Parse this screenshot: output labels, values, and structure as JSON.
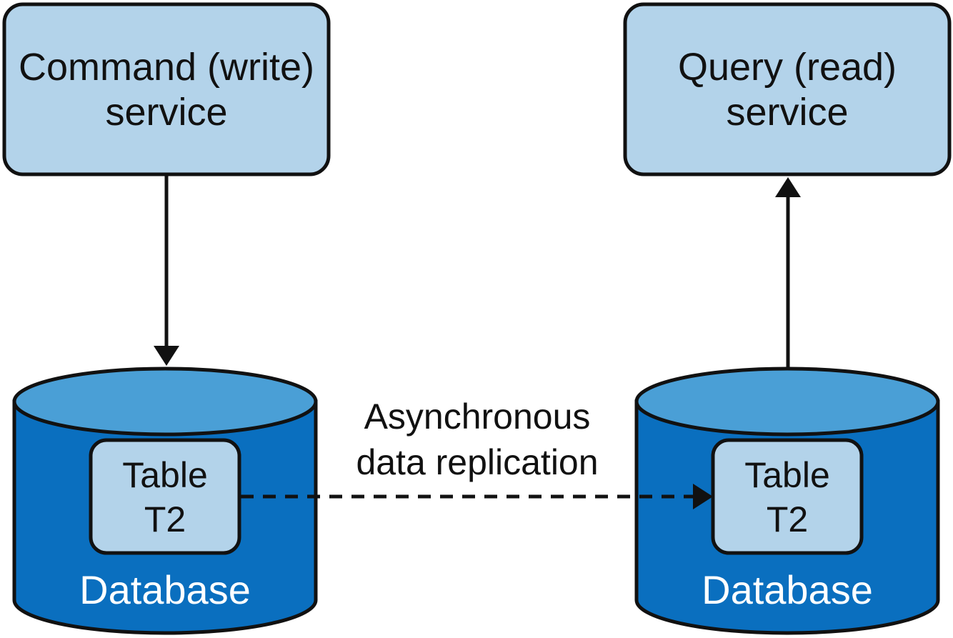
{
  "command_service": {
    "line1": "Command (write)",
    "line2": "service"
  },
  "query_service": {
    "line1": "Query (read)",
    "line2": "service"
  },
  "left_database": {
    "label": "Database",
    "table": {
      "line1": "Table",
      "line2": "T2"
    }
  },
  "right_database": {
    "label": "Database",
    "table": {
      "line1": "Table",
      "line2": "T2"
    }
  },
  "replication": {
    "line1": "Asynchronous",
    "line2": "data replication"
  },
  "colors": {
    "box_fill": "#b3d3ea",
    "outline": "#111111",
    "db_body": "#0a6fbf",
    "db_top": "#4a9fd6"
  }
}
